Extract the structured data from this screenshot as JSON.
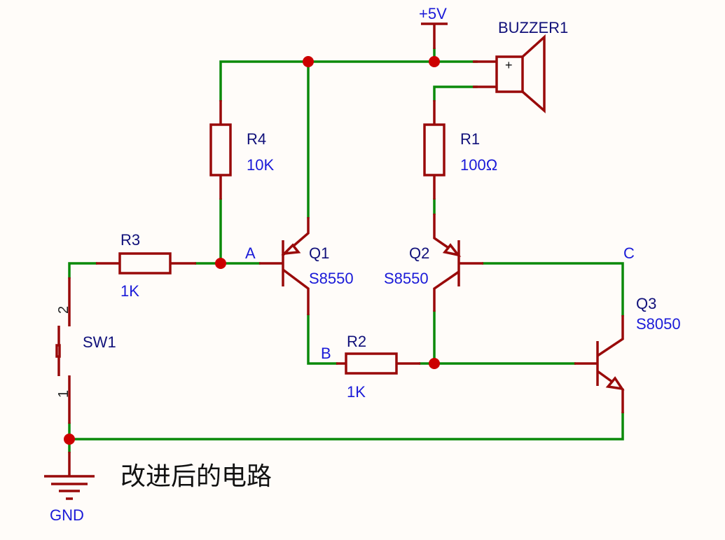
{
  "caption": "改进后的电路",
  "power": {
    "label": "+5V",
    "ground_label": "GND"
  },
  "components": {
    "R1": {
      "designator": "R1",
      "value": "100Ω"
    },
    "R2": {
      "designator": "R2",
      "value": "1K"
    },
    "R3": {
      "designator": "R3",
      "value": "1K"
    },
    "R4": {
      "designator": "R4",
      "value": "10K"
    },
    "Q1": {
      "designator": "Q1",
      "value": "S8550",
      "type": "PNP"
    },
    "Q2": {
      "designator": "Q2",
      "value": "S8550",
      "type": "PNP"
    },
    "Q3": {
      "designator": "Q3",
      "value": "S8050",
      "type": "NPN"
    },
    "SW1": {
      "designator": "SW1",
      "pin1": "1",
      "pin2": "2"
    },
    "BUZZER1": {
      "designator": "BUZZER1",
      "polarity": "+"
    }
  },
  "nets": {
    "A": "A",
    "B": "B",
    "C": "C"
  },
  "colors": {
    "wire": "#0b8a0b",
    "component": "#990a0a",
    "junction": "#cc0000",
    "designator": "#10107a",
    "value": "#1a1ad8",
    "background": "#fffcf9"
  }
}
